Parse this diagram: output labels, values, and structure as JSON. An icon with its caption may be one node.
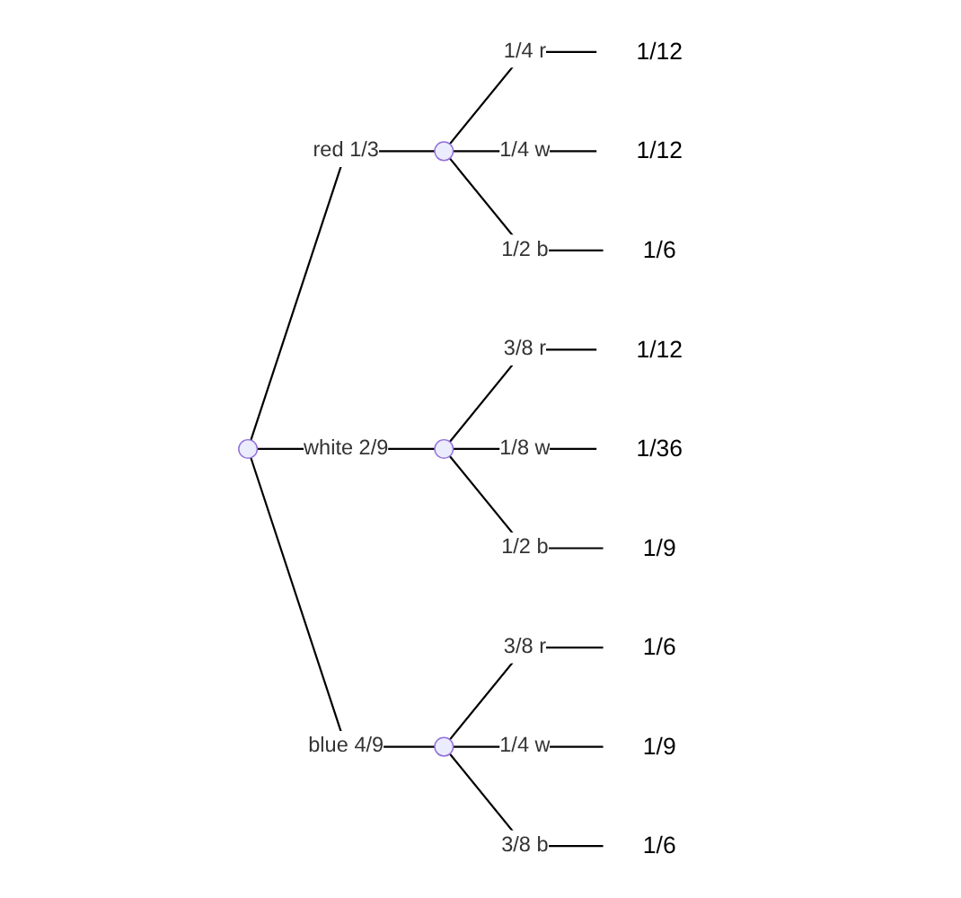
{
  "diagram": {
    "nodes": [
      {
        "text": [],
        "shape": "point"
      },
      {
        "text": [],
        "shape": "point"
      },
      {
        "text": [],
        "shape": "point"
      },
      {
        "text": [],
        "shape": "point"
      },
      {
        "text": [
          "1/12"
        ]
      },
      {
        "text": [
          "1/12"
        ]
      },
      {
        "text": [
          "1/6"
        ]
      },
      {
        "text": [
          "1/12"
        ]
      },
      {
        "text": [
          "1/36"
        ]
      },
      {
        "text": [
          "1/9"
        ]
      },
      {
        "text": [
          "1/6"
        ]
      },
      {
        "text": [
          "1/9"
        ]
      },
      {
        "text": [
          "1/6"
        ]
      }
    ],
    "edges": [
      {
        "from": 0,
        "to": 1,
        "arrow": "none",
        "label": "red 1/3"
      },
      {
        "from": 0,
        "to": 2,
        "arrow": "none",
        "label": "white 2/9"
      },
      {
        "from": 0,
        "to": 3,
        "arrow": "none",
        "label": "blue 4/9"
      },
      {
        "from": 1,
        "to": 4,
        "arrow": "none",
        "label": "1/4 r"
      },
      {
        "from": 1,
        "to": 5,
        "arrow": "none",
        "label": "1/4 w"
      },
      {
        "from": 1,
        "to": 6,
        "arrow": "none",
        "label": "1/2 b"
      },
      {
        "from": 2,
        "to": 7,
        "arrow": "none",
        "label": "3/8 r"
      },
      {
        "from": 2,
        "to": 8,
        "arrow": "none",
        "label": "1/8 w"
      },
      {
        "from": 2,
        "to": 9,
        "arrow": "none",
        "label": "1/2 b"
      },
      {
        "from": 3,
        "to": 10,
        "arrow": "none",
        "label": "3/8 r"
      },
      {
        "from": 3,
        "to": 11,
        "arrow": "none",
        "label": "1/4 w"
      },
      {
        "from": 3,
        "to": 12,
        "arrow": "none",
        "label": "3/8 b"
      }
    ]
  }
}
